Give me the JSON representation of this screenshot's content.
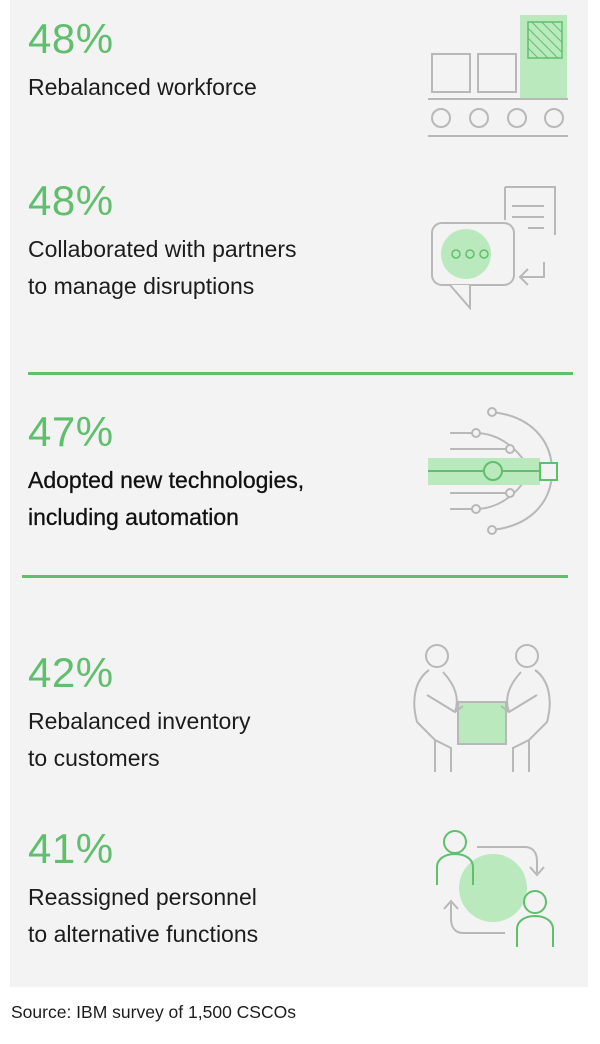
{
  "stats": [
    {
      "percent": "48%",
      "line1": "Rebalanced workforce",
      "line2": "",
      "icon": "conveyor-belt-icon"
    },
    {
      "percent": "48%",
      "line1": "Collaborated with partners",
      "line2": "to manage disruptions",
      "icon": "chat-document-icon"
    },
    {
      "percent": "47%",
      "line1": "Adopted new technologies,",
      "line2": "including automation",
      "icon": "circuit-automation-icon"
    },
    {
      "percent": "42%",
      "line1": "Rebalanced inventory",
      "line2": "to customers",
      "icon": "people-carrying-box-icon"
    },
    {
      "percent": "41%",
      "line1": "Reassigned personnel",
      "line2": "to alternative functions",
      "icon": "personnel-exchange-icon"
    }
  ],
  "source": "Source: IBM survey of 1,500 CSCOs",
  "colors": {
    "accent": "#5fbf6d",
    "accent_fill": "#b9e9bd",
    "background": "#f3f3f3",
    "line_art": "#b8b8b8",
    "text": "#1c1c1c"
  }
}
